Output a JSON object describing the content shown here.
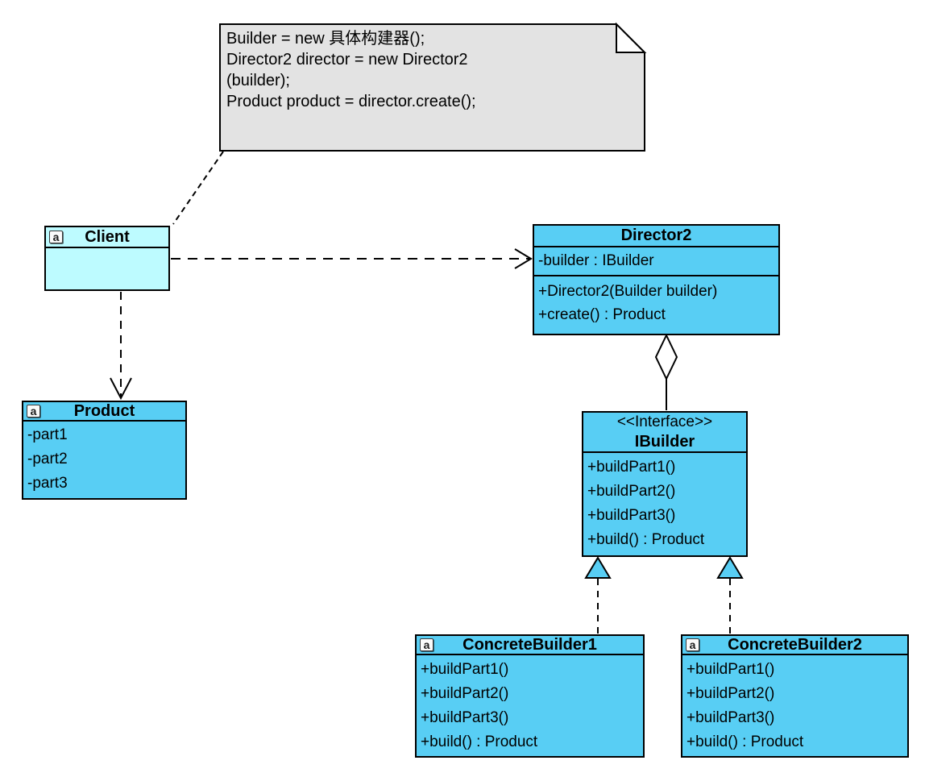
{
  "note": {
    "lines": [
      "Builder = new 具体构建器();",
      "Director2 director = new Director2",
      "(builder);",
      "Product product = director.create();"
    ]
  },
  "icons": {
    "class_badge": "a"
  },
  "classes": {
    "client": {
      "name": "Client"
    },
    "director2": {
      "name": "Director2",
      "attributes": [
        "-builder : IBuilder"
      ],
      "operations": [
        "+Director2(Builder builder)",
        "+create() : Product"
      ]
    },
    "product": {
      "name": "Product",
      "attributes": [
        "-part1",
        "-part2",
        "-part3"
      ]
    },
    "ibuilder": {
      "stereotype": "<<Interface>>",
      "name": "IBuilder",
      "operations": [
        "+buildPart1()",
        "+buildPart2()",
        "+buildPart3()",
        "+build() : Product"
      ]
    },
    "concrete_builder_1": {
      "name": "ConcreteBuilder1",
      "operations": [
        "+buildPart1()",
        "+buildPart2()",
        "+buildPart3()",
        "+build() : Product"
      ]
    },
    "concrete_builder_2": {
      "name": "ConcreteBuilder2",
      "operations": [
        "+buildPart1()",
        "+buildPart2()",
        "+buildPart3()",
        "+build() : Product"
      ]
    }
  },
  "relationships": [
    {
      "from": "Note",
      "to": "Client",
      "type": "anchor"
    },
    {
      "from": "Client",
      "to": "Director2",
      "type": "dependency"
    },
    {
      "from": "Client",
      "to": "Product",
      "type": "dependency"
    },
    {
      "from": "Director2",
      "to": "IBuilder",
      "type": "aggregation"
    },
    {
      "from": "ConcreteBuilder1",
      "to": "IBuilder",
      "type": "realization"
    },
    {
      "from": "ConcreteBuilder2",
      "to": "IBuilder",
      "type": "realization"
    }
  ],
  "colors": {
    "class_fill": "#58CEF4",
    "client_fill": "#BDFBFF",
    "note_fill": "#E3E3E3",
    "border": "#000000",
    "background": "#FFFFFF"
  }
}
